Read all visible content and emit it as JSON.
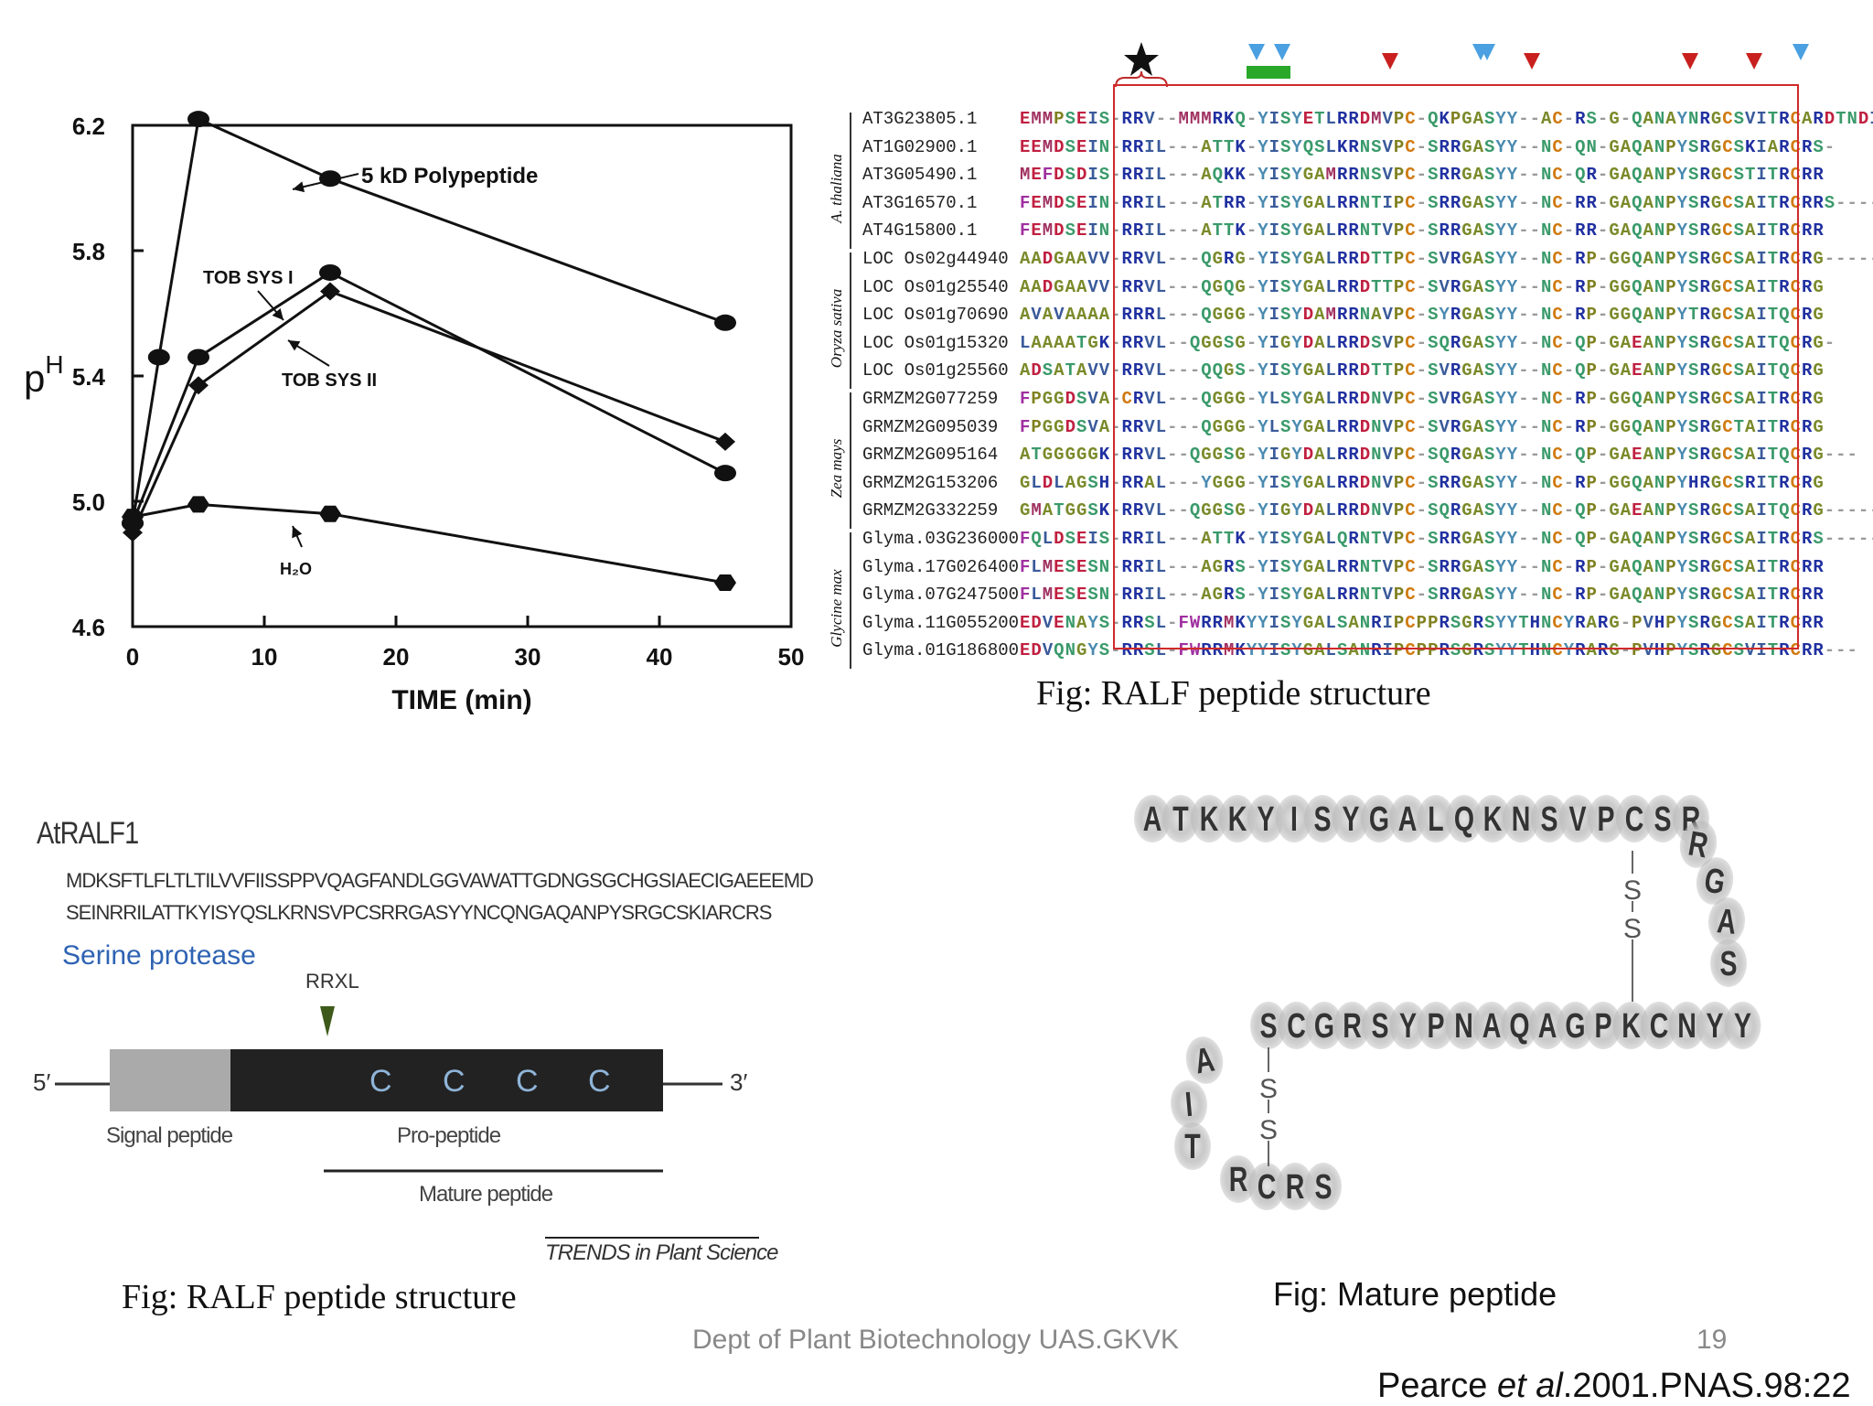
{
  "colors": {
    "accent_blue": "#2e63b3",
    "red_box": "#d02a2a",
    "green_mark": "#2aa82a",
    "sky_mark": "#4aa0e0",
    "red_mark": "#c8201e",
    "dark_block": "#222222",
    "grey_block": "#aaaaaa"
  },
  "chart_data": {
    "type": "line",
    "xlabel": "TIME (min)",
    "ylabel_main": "p",
    "ylabel_sup": "H",
    "xlim": [
      0,
      50
    ],
    "ylim": [
      4.6,
      6.2
    ],
    "xticks": [
      "0",
      "10",
      "20",
      "30",
      "40",
      "50"
    ],
    "yticks": [
      "6.2",
      "5.8",
      "5.4",
      "5.0",
      "4.6"
    ],
    "series": [
      {
        "name": "5 kD Polypeptide",
        "x": [
          0,
          2,
          5,
          15,
          45
        ],
        "y": [
          4.93,
          5.46,
          6.22,
          6.03,
          5.57
        ]
      },
      {
        "name": "TOB SYS I",
        "x": [
          0,
          5,
          15,
          45
        ],
        "y": [
          4.93,
          5.46,
          5.73,
          5.09
        ]
      },
      {
        "name": "TOB SYS II",
        "x": [
          0,
          5,
          15,
          45
        ],
        "y": [
          4.9,
          5.37,
          5.67,
          5.19
        ]
      },
      {
        "name": "H₂O",
        "x": [
          0,
          5,
          15,
          45
        ],
        "y": [
          4.95,
          4.99,
          4.96,
          4.74
        ]
      }
    ]
  },
  "alignment": {
    "groups": [
      "A. thaliana",
      "Oryza sativa",
      "Zea mays",
      "Glycine max"
    ],
    "rows": [
      {
        "id": "AT3G23805.1",
        "seq": "EMMPSEIS-RRV--MMMRKQ-YISYETLRRDMVPC-QKPGASYY--AC-RS-G-QANAYNRGCSVITRCARDTNDIKT-"
      },
      {
        "id": "AT1G02900.1",
        "seq": "EEMDSEIN-RRIL---ATTK-YISYQSLKRNSVPC-SRRGASYY--NC-QN-GAQANPYSRGCSKIARCRS-"
      },
      {
        "id": "AT3G05490.1",
        "seq": "MEFDSDIS-RRIL---AQKK-YISYGAMRRNSVPC-SRRGASYY--NC-QR-GAQANPYSRGCSTITRCRR"
      },
      {
        "id": "AT3G16570.1",
        "seq": "FEMDSEIN-RRIL---ATRR-YISYGALRRNTIPC-SRRGASYY--NC-RR-GAQANPYSRGCSAITRCRRS-----"
      },
      {
        "id": "AT4G15800.1",
        "seq": "FEMDSEIN-RRIL---ATTK-YISYGALRRNTVPC-SRRGASYY--NC-RR-GAQANPYSRGCSAITRCRR"
      },
      {
        "id": "LOC Os02g44940",
        "seq": "AADGAAVV-RRVL---QGRG-YISYGALRRDTTPC-SVRGASYY--NC-RP-GGQANPYSRGCSAITRCRG-----"
      },
      {
        "id": "LOC Os01g25540",
        "seq": "AADGAAVV-RRVL---QGQG-YISYGALRRDTTPC-SVRGASYY--NC-RP-GGQANPYSRGCSAITRCRG"
      },
      {
        "id": "LOC Os01g70690",
        "seq": "AVAVAAAA-RRRL---QGGG-YISYDAMRRNAVPC-SYRGASYY--NC-RP-GGQANPYTRGCSAITQCRG"
      },
      {
        "id": "LOC Os01g15320",
        "seq": "LAAAATGK-RRVL--QGGSG-YIGYDALRRDSVPC-SQRGASYY--NC-QP-GAEANPYSRGCSAITQCRG-"
      },
      {
        "id": "LOC Os01g25560",
        "seq": "ADSATAVV-RRVL---QQGS-YISYGALRRDTTPC-SVRGASYY--NC-QP-GAEANPYSRGCSAITQCRG"
      },
      {
        "id": "GRMZM2G077259",
        "seq": "FPGGDSVA-CRVL---QGGG-YLSYGALRRDNVPC-SVRGASYY--NC-RP-GGQANPYSRGCSAITRCRG"
      },
      {
        "id": "GRMZM2G095039",
        "seq": "FPGGDSVA-RRVL---QGGG-YLSYGALRRDNVPC-SVRGASYY--NC-RP-GGQANPYSRGCTAITRCRG"
      },
      {
        "id": "GRMZM2G095164",
        "seq": "ATGGGGGK-RRVL--QGGSG-YIGYDALRRDNVPC-SQRGASYY--NC-QP-GAEANPYSRGCSAITQCRG---"
      },
      {
        "id": "GRMZM2G153206",
        "seq": "GLDLAGSH-RRAL---YGGG-YISYGALRRDNVPC-SRRGASYY--NC-RP-GGQANPYHRGCSRITRCRG"
      },
      {
        "id": "GRMZM2G332259",
        "seq": "GMATGGSK-RRVL--QGGSG-YIGYDALRRDNVPC-SQRGASYY--NC-QP-GAEANPYSRGCSAITQCRG-----"
      },
      {
        "id": "Glyma.03G236000",
        "seq": "FQLDSEIS-RRIL---ATTK-YISYGALQRNTVPC-SRRGASYY--NC-QP-GAQANPYSRGCSAITRCRS-----"
      },
      {
        "id": "Glyma.17G026400",
        "seq": "FLMESESN-RRIL---AGRS-YISYGALRRNTVPC-SRRGASYY--NC-RP-GAQANPYSRGCSAITRCRR"
      },
      {
        "id": "Glyma.07G247500",
        "seq": "FLMESESN-RRIL---AGRS-YISYGALRRNTVPC-SRRGASYY--NC-RP-GAQANPYSRGCSAITRCRR"
      },
      {
        "id": "Glyma.11G055200",
        "seq": "EDVENAYS-RRSL-FWRRMKYYISYGALSANRIPCPPRSGRSYYTHNCYRARG-PVHPYSRGCSAITRCRR"
      },
      {
        "id": "Glyma.01G186800",
        "seq": "EDVQNGYS-RRSL-FWRRMKYYISYGALSANRIPCPPRSGRSYYTHNCYRARG-PVHPYSRGCSVITRCRR---"
      }
    ],
    "caption": "Fig: RALF peptide structure"
  },
  "ralf1": {
    "title": "AtRALF1",
    "seq_line1": "MDKSFTLFLTLTILVVFIISSPPVQAGFANDLGGVAWATTGDNGSGCHGSIAECIGAEEEMD",
    "seq_line2": "SEINRRILATTKYISYQSLKRNSVPCSRRGASYYNCQNGAQANPYSRGCSKIARCRS",
    "protease": "Serine protease",
    "rrxl": "RRXL",
    "five_prime": "5′",
    "three_prime": "3′",
    "cys": [
      "C",
      "C",
      "C",
      "C"
    ],
    "signal": "Signal peptide",
    "pro": "Pro-peptide",
    "mature": "Mature peptide",
    "source": "TRENDS in Plant Science",
    "caption": "Fig: RALF peptide structure"
  },
  "mature": {
    "caption": "Fig: Mature peptide",
    "top_row": [
      "A",
      "T",
      "K",
      "K",
      "Y",
      "I",
      "S",
      "Y",
      "G",
      "A",
      "L",
      "Q",
      "K",
      "N",
      "S",
      "V",
      "P",
      "C",
      "S",
      "R"
    ],
    "right_down": [
      "R",
      "G",
      "A",
      "S"
    ],
    "mid_row": [
      "S",
      "C",
      "G",
      "R",
      "S",
      "Y",
      "P",
      "N",
      "A",
      "Q",
      "A",
      "G",
      "P",
      "K",
      "C",
      "N",
      "Y",
      "Y"
    ],
    "left_down": [
      "A",
      "I",
      "T"
    ],
    "bottom_row": [
      "R",
      "C",
      "R",
      "S"
    ],
    "bond": "S"
  },
  "footer": {
    "dept": "Dept of Plant Biotechnology UAS.GKVK",
    "page": "19",
    "citation_pre": "Pearce ",
    "citation_italic": "et al",
    "citation_post": ".2001.PNAS.98:22"
  }
}
